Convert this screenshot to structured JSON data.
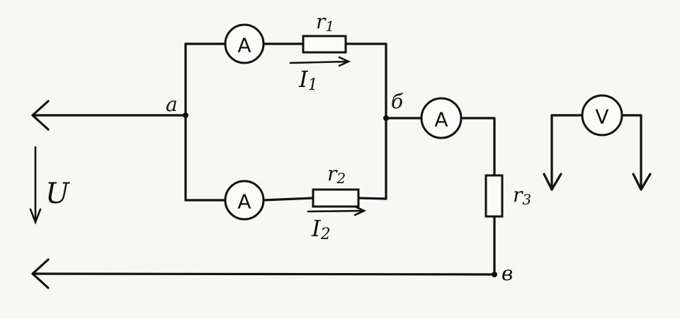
{
  "components": {
    "ammeter_top": {
      "symbol": "A"
    },
    "ammeter_bottom": {
      "symbol": "A"
    },
    "ammeter_series": {
      "symbol": "A"
    },
    "voltmeter": {
      "symbol": "V"
    },
    "resistor_1": {
      "label": "r",
      "sub": "1"
    },
    "resistor_2": {
      "label": "r",
      "sub": "2"
    },
    "resistor_3": {
      "label": "r",
      "sub": "3"
    }
  },
  "currents": {
    "i1": {
      "label": "I",
      "sub": "1"
    },
    "i2": {
      "label": "I",
      "sub": "2"
    }
  },
  "nodes": {
    "a": "a",
    "b": "б",
    "v": "в"
  },
  "source": {
    "voltage_label": "U"
  }
}
